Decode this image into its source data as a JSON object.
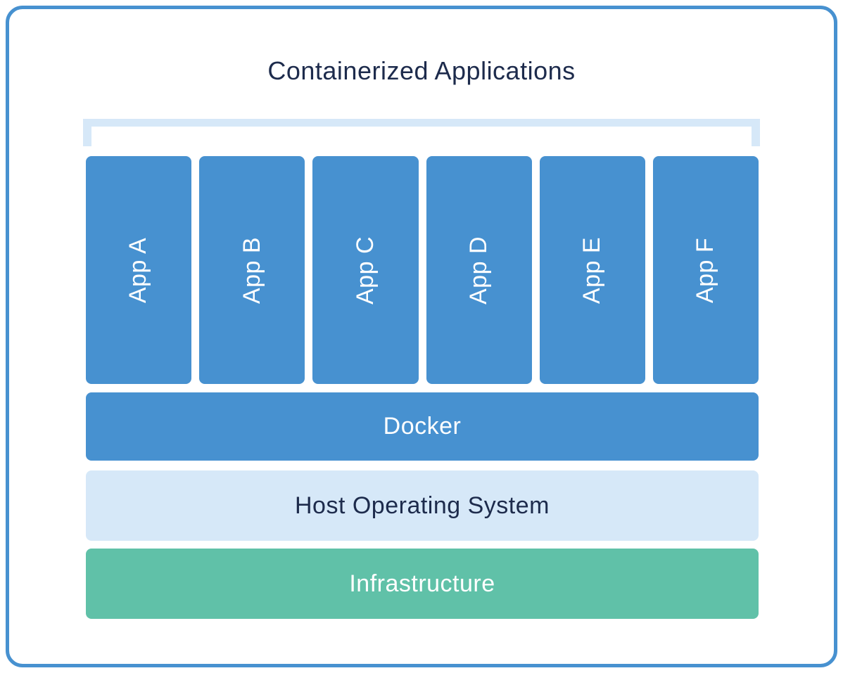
{
  "title": "Containerized Applications",
  "apps": [
    {
      "label": "App A"
    },
    {
      "label": "App B"
    },
    {
      "label": "App C"
    },
    {
      "label": "App D"
    },
    {
      "label": "App E"
    },
    {
      "label": "App F"
    }
  ],
  "layers": {
    "docker": "Docker",
    "host_os": "Host Operating System",
    "infrastructure": "Infrastructure"
  },
  "colors": {
    "container_blue": "#4791d0",
    "host_os_light_blue": "#d6e8f8",
    "infrastructure_teal": "#60c1a8",
    "title_navy": "#1d2b4c",
    "outer_border_blue": "#4791d0",
    "label_on_dark": "#ffffff"
  }
}
